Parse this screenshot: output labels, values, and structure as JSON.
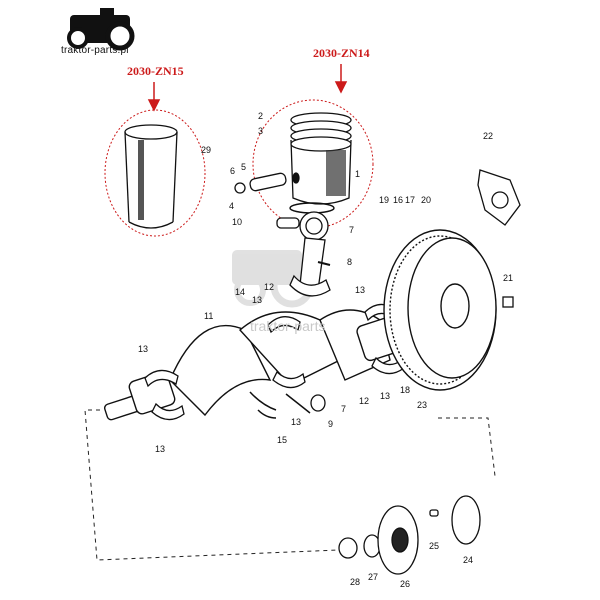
{
  "logo": {
    "text": "traktor-parts.pl"
  },
  "watermark": {
    "text": "traktor-parts"
  },
  "references": {
    "left": "2030-ZN15",
    "right": "2030-ZN14"
  },
  "part_numbers": {
    "p1": "1",
    "p2": "2",
    "p3": "3",
    "p4": "4",
    "p5": "5",
    "p6": "6",
    "p7": "7",
    "p7b": "7",
    "p8": "8",
    "p9": "9",
    "p10": "10",
    "p11": "11",
    "p12": "12",
    "p12b": "12",
    "p13a": "13",
    "p13b": "13",
    "p13c": "13",
    "p13d": "13",
    "p13e": "13",
    "p13f": "13",
    "p14": "14",
    "p15": "15",
    "p16": "16",
    "p17": "17",
    "p18": "18",
    "p19": "19",
    "p20": "20",
    "p21": "21",
    "p22": "22",
    "p23": "23",
    "p24": "24",
    "p25": "25",
    "p26": "26",
    "p27": "27",
    "p28": "28",
    "p29": "29"
  }
}
